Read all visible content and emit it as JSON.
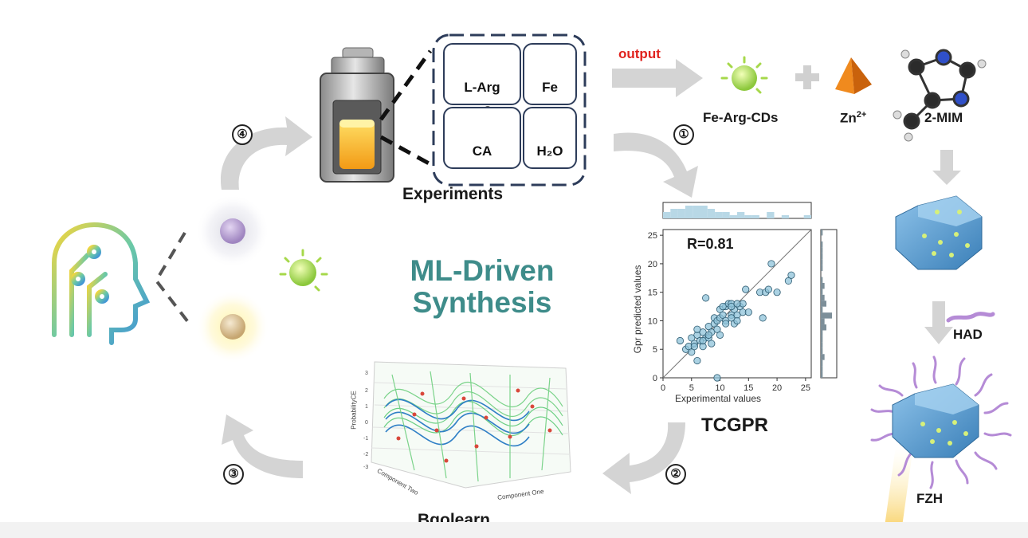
{
  "title": {
    "line1": "ML-Driven",
    "line2": "Synthesis"
  },
  "steps": {
    "s1": "①",
    "s2": "②",
    "s3": "③",
    "s4": "④"
  },
  "experiments": {
    "label": "Experiments",
    "reagents": [
      "L-Arg",
      "Fe",
      "CA",
      "H₂O"
    ]
  },
  "output_label": "output",
  "products": {
    "cds": "Fe-Arg-CDs",
    "zn": "Zn",
    "zn_sup": "2+",
    "mim": "2-MIM",
    "had": "HAD",
    "fzh": "FZH"
  },
  "tcgpr": {
    "label": "TCGPR"
  },
  "bgolearn": {
    "label": "Bgolearn",
    "xaxis": "Component One",
    "yaxis": "Component Two",
    "zaxis": "ProbabilityCE"
  },
  "colors": {
    "teal_title": "#3e8c8a",
    "arrow_gray": "#d0d0d0",
    "box_border": "#2d3c5a",
    "output_red": "#e0221d",
    "crystal_blue": "#5f9fd0",
    "scatter_point": "#8fc3d9"
  },
  "chart_data": {
    "type": "scatter",
    "annotation": "R=0.81",
    "xlabel": "Experimental values",
    "ylabel": "Gpr predicted values",
    "xlim": [
      0,
      26
    ],
    "ylim": [
      0,
      26
    ],
    "xticks": [
      0,
      5,
      10,
      15,
      20,
      25
    ],
    "yticks": [
      0,
      5,
      10,
      15,
      20,
      25
    ],
    "x": [
      3,
      4,
      4.5,
      5,
      5,
      5.5,
      6,
      6,
      6.5,
      7,
      7,
      7.5,
      7.5,
      8,
      8,
      8.5,
      8.5,
      9,
      9,
      9.5,
      9.5,
      10,
      10,
      10,
      10.5,
      11,
      11,
      11,
      11.5,
      12,
      12,
      12,
      12.5,
      12.5,
      13,
      13,
      13.5,
      14,
      14,
      14.5,
      15,
      17,
      17.5,
      18,
      18.5,
      19,
      20,
      22,
      22.5,
      6,
      9.5,
      12,
      5.5,
      7,
      8,
      10.5,
      13
    ],
    "y": [
      6.5,
      5,
      5.5,
      4.5,
      7,
      6,
      7.5,
      3,
      6.5,
      8,
      5.5,
      7,
      14,
      7,
      9,
      8,
      6,
      9.5,
      10.5,
      10,
      8.5,
      10.5,
      12,
      7.5,
      11,
      10,
      9.5,
      12.5,
      13,
      11,
      13,
      10.5,
      12,
      9.5,
      11,
      10,
      12.5,
      11.5,
      13,
      15.5,
      11.5,
      15,
      10.5,
      15,
      15.5,
      20,
      15,
      17,
      18,
      8.5,
      0,
      12.5,
      5.5,
      6.5,
      7.5,
      12.5,
      13
    ],
    "top_hist": [
      2,
      3,
      3,
      4,
      4,
      4,
      3,
      2,
      2,
      1,
      2,
      1,
      1,
      0,
      2,
      0,
      1,
      0,
      0,
      1
    ],
    "right_hist": [
      1,
      1,
      1,
      2,
      1,
      1,
      1,
      1,
      3,
      2,
      6,
      1,
      3,
      2,
      1,
      2,
      1,
      0,
      1,
      1,
      1,
      1,
      1,
      0,
      1
    ]
  }
}
